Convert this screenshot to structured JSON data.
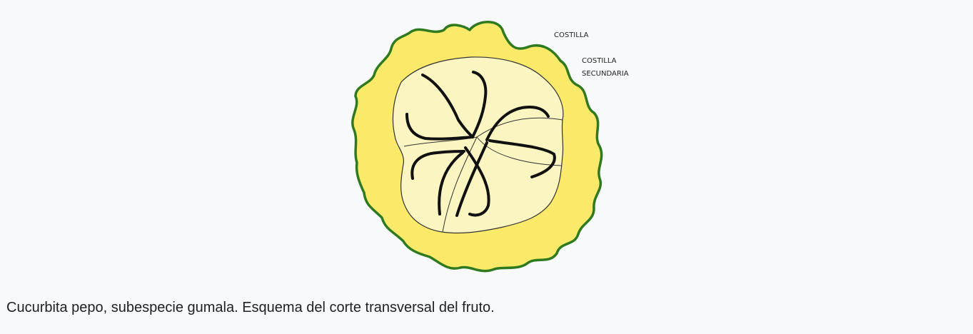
{
  "figure": {
    "labels": {
      "rib": "COSTILLA",
      "secondary_rib_line1": "COSTILLA",
      "secondary_rib_line2": "SECUNDARIA"
    },
    "colors": {
      "page_background": "#f8f9fa",
      "rind_fill": "#fbe96a",
      "rind_outline": "#2f7a1f",
      "flesh_fill": "#fbf5c1",
      "flesh_outline": "#333333",
      "seed_wall": "#111111"
    }
  },
  "caption": {
    "text": "Cucurbita pepo, subespecie gumala. Esquema del corte transversal del fruto."
  }
}
